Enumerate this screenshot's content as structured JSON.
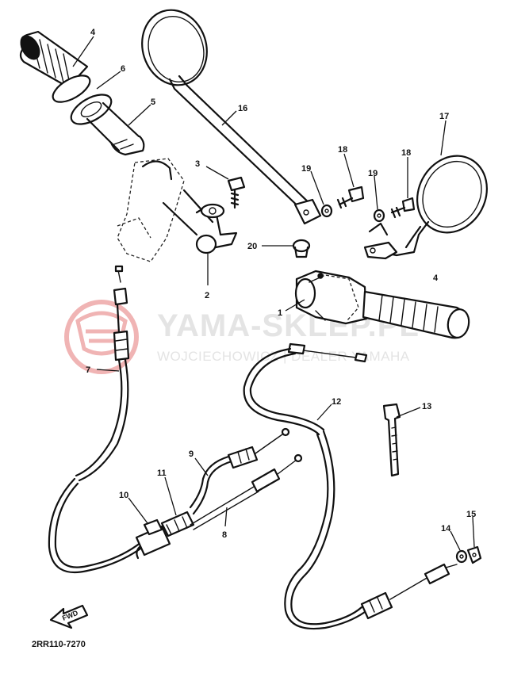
{
  "watermark": {
    "title": "YAMA-SKLEP.PL",
    "subtitle": "WOJCIECHOWICZ | DEALER YAMAHA",
    "logo_color": "#e8a0a0"
  },
  "diagram_code": "2RR110-7270",
  "fwd_label": "FWD",
  "callouts": [
    {
      "id": "c4a",
      "label": "4"
    },
    {
      "id": "c6",
      "label": "6"
    },
    {
      "id": "c5",
      "label": "5"
    },
    {
      "id": "c16",
      "label": "16"
    },
    {
      "id": "c3",
      "label": "3"
    },
    {
      "id": "c2",
      "label": "2"
    },
    {
      "id": "c19a",
      "label": "19"
    },
    {
      "id": "c18a",
      "label": "18"
    },
    {
      "id": "c19b",
      "label": "19"
    },
    {
      "id": "c18b",
      "label": "18"
    },
    {
      "id": "c17",
      "label": "17"
    },
    {
      "id": "c20",
      "label": "20"
    },
    {
      "id": "c4b",
      "label": "4"
    },
    {
      "id": "c1",
      "label": "1"
    },
    {
      "id": "c7",
      "label": "7"
    },
    {
      "id": "c12",
      "label": "12"
    },
    {
      "id": "c13",
      "label": "13"
    },
    {
      "id": "c9",
      "label": "9"
    },
    {
      "id": "c11",
      "label": "11"
    },
    {
      "id": "c10",
      "label": "10"
    },
    {
      "id": "c8",
      "label": "8"
    },
    {
      "id": "c14",
      "label": "14"
    },
    {
      "id": "c15",
      "label": "15"
    }
  ]
}
